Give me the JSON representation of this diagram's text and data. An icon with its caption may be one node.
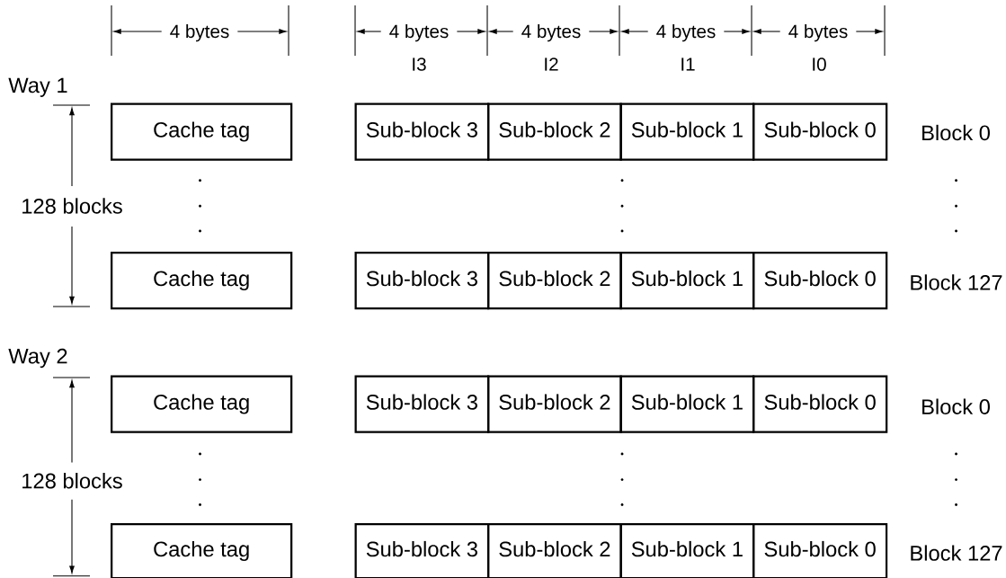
{
  "diagram": {
    "nodes": [
      {
        "text": [
          "Cache tag"
        ]
      },
      {
        "text": [
          "Sub-block 3"
        ]
      },
      {
        "text": [
          "Sub-block 2"
        ]
      },
      {
        "text": [
          "Sub-block 1"
        ]
      },
      {
        "text": [
          "Sub-block 0"
        ]
      },
      {
        "text": [
          "Cache tag"
        ]
      },
      {
        "text": [
          "Sub-block 3"
        ]
      },
      {
        "text": [
          "Sub-block 2"
        ]
      },
      {
        "text": [
          "Sub-block 1"
        ]
      },
      {
        "text": [
          "Sub-block 0"
        ]
      },
      {
        "text": [
          "Cache tag"
        ]
      },
      {
        "text": [
          "Sub-block 3"
        ]
      },
      {
        "text": [
          "Sub-block 2"
        ]
      },
      {
        "text": [
          "Sub-block 1"
        ]
      },
      {
        "text": [
          "Sub-block 0"
        ]
      },
      {
        "text": [
          "Cache tag"
        ]
      },
      {
        "text": [
          "Sub-block 3"
        ]
      },
      {
        "text": [
          "Sub-block 2"
        ]
      },
      {
        "text": [
          "Sub-block 1"
        ]
      },
      {
        "text": [
          "Sub-block 0"
        ]
      }
    ],
    "labels": [
      "4 bytes",
      "4 bytes",
      "4 bytes",
      "4 bytes",
      "4 bytes",
      "I3",
      "I2",
      "I1",
      "I0",
      "Way 1",
      "Block 0",
      "128 blocks",
      "Block 127",
      "Way 2",
      "Block 0",
      "128 blocks",
      "Block 127"
    ]
  }
}
